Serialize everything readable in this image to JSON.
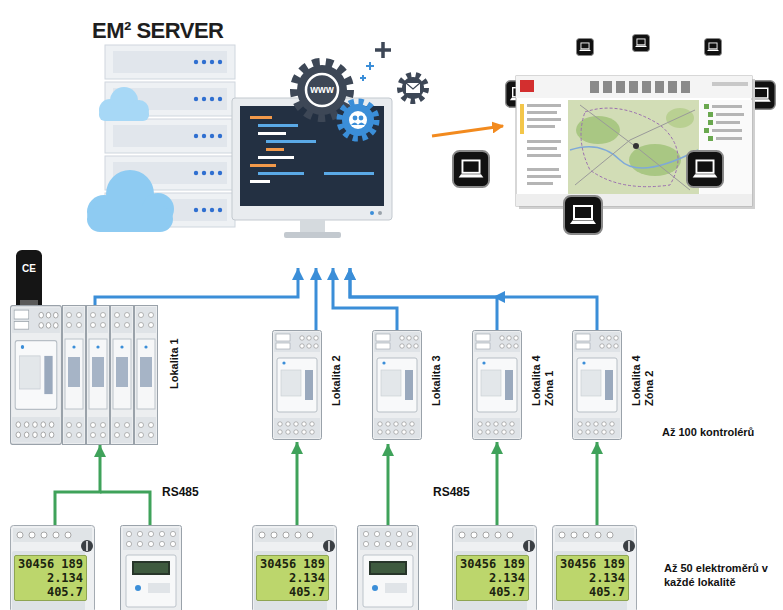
{
  "diagram": {
    "nodes": [
      {
        "text": [
          "EM² SERVER"
        ]
      },
      {
        "text": [
          "Lokalita 1"
        ]
      },
      {
        "text": [
          "Lokalita 2"
        ]
      },
      {
        "text": [
          "Lokalita 3"
        ]
      },
      {
        "text": [
          "Lokalita 4 Zóna 1"
        ]
      },
      {
        "text": [
          "Lokalita 4 Zóna 2"
        ]
      },
      {
        "text": [
          "30456 189",
          "2.134",
          "405.7"
        ]
      },
      {
        "text": [
          "30456 189",
          "2.134",
          "405.7"
        ]
      },
      {
        "text": [
          "30456 189",
          "2.134",
          "405.7"
        ]
      },
      {
        "text": [
          "30456 189",
          "2.134",
          "405.7"
        ]
      }
    ],
    "edges": [
      {
        "from": 1,
        "to": 0,
        "arrow": "to"
      },
      {
        "from": 2,
        "to": 0,
        "arrow": "to"
      },
      {
        "from": 3,
        "to": 0,
        "arrow": "to"
      },
      {
        "from": 4,
        "to": 0,
        "arrow": "to"
      },
      {
        "from": 5,
        "to": 0,
        "arrow": "to"
      },
      {
        "from": 6,
        "to": 1,
        "arrow": "to"
      },
      {
        "from": 7,
        "to": 2,
        "arrow": "to"
      },
      {
        "from": 8,
        "to": 4,
        "arrow": "to"
      },
      {
        "from": 9,
        "to": 5,
        "arrow": "to"
      }
    ],
    "labels": [
      "www",
      "CE",
      "RS485",
      "RS485",
      "Až 100 kontrolérů",
      "Až 50 elektroměrů v každé lokalitě"
    ]
  }
}
